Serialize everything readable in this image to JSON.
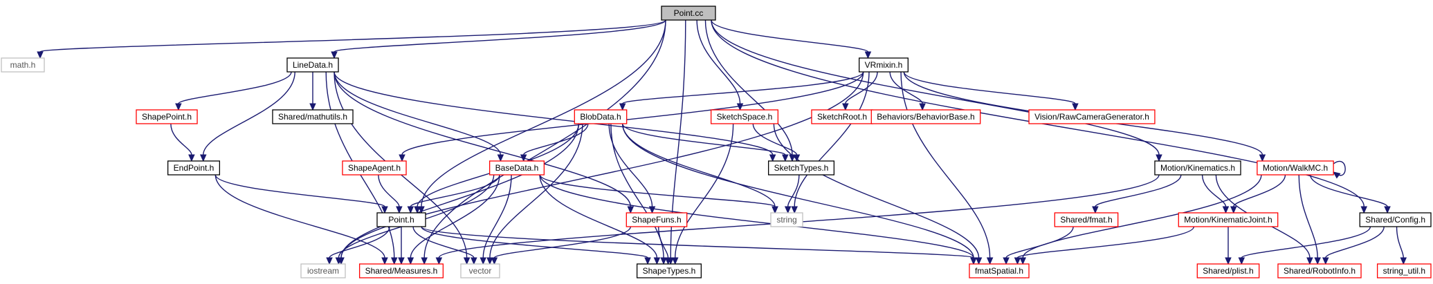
{
  "diagram": {
    "nodes": [
      {
        "id": "point_cc",
        "label": "Point.cc",
        "kind": "root"
      },
      {
        "id": "math_h",
        "label": "math.h",
        "kind": "external"
      },
      {
        "id": "linedata_h",
        "label": "LineData.h",
        "kind": "documented"
      },
      {
        "id": "vrmixin_h",
        "label": "VRmixin.h",
        "kind": "documented"
      },
      {
        "id": "shapepoint_h",
        "label": "ShapePoint.h",
        "kind": "truncated"
      },
      {
        "id": "mathutils_h",
        "label": "Shared/mathutils.h",
        "kind": "documented"
      },
      {
        "id": "blobdata_h",
        "label": "BlobData.h",
        "kind": "truncated"
      },
      {
        "id": "sketchspace_h",
        "label": "SketchSpace.h",
        "kind": "truncated"
      },
      {
        "id": "sketchroot_h",
        "label": "SketchRoot.h",
        "kind": "truncated"
      },
      {
        "id": "behaviorbase_h",
        "label": "Behaviors/BehaviorBase.h",
        "kind": "truncated"
      },
      {
        "id": "rawcamgen_h",
        "label": "Vision/RawCameraGenerator.h",
        "kind": "truncated"
      },
      {
        "id": "endpoint_h",
        "label": "EndPoint.h",
        "kind": "documented"
      },
      {
        "id": "shapeagent_h",
        "label": "ShapeAgent.h",
        "kind": "truncated"
      },
      {
        "id": "basedata_h",
        "label": "BaseData.h",
        "kind": "truncated"
      },
      {
        "id": "sketchtypes_h",
        "label": "SketchTypes.h",
        "kind": "documented"
      },
      {
        "id": "kinematics_h",
        "label": "Motion/Kinematics.h",
        "kind": "documented"
      },
      {
        "id": "walkmc_h",
        "label": "Motion/WalkMC.h",
        "kind": "truncated"
      },
      {
        "id": "point_h",
        "label": "Point.h",
        "kind": "documented"
      },
      {
        "id": "string",
        "label": "string",
        "kind": "external"
      },
      {
        "id": "shapefuns_h",
        "label": "ShapeFuns.h",
        "kind": "truncated"
      },
      {
        "id": "fmat_h",
        "label": "Shared/fmat.h",
        "kind": "truncated"
      },
      {
        "id": "kinjoint_h",
        "label": "Motion/KinematicJoint.h",
        "kind": "truncated"
      },
      {
        "id": "config_h",
        "label": "Shared/Config.h",
        "kind": "documented"
      },
      {
        "id": "iostream",
        "label": "iostream",
        "kind": "external"
      },
      {
        "id": "measures_h",
        "label": "Shared/Measures.h",
        "kind": "truncated"
      },
      {
        "id": "vector",
        "label": "vector",
        "kind": "external"
      },
      {
        "id": "shapetypes_h",
        "label": "ShapeTypes.h",
        "kind": "documented"
      },
      {
        "id": "fmatspatial_h",
        "label": "fmatSpatial.h",
        "kind": "truncated"
      },
      {
        "id": "plist_h",
        "label": "Shared/plist.h",
        "kind": "truncated"
      },
      {
        "id": "robotinfo_h",
        "label": "Shared/RobotInfo.h",
        "kind": "truncated"
      },
      {
        "id": "string_util_h",
        "label": "string_util.h",
        "kind": "truncated"
      }
    ],
    "edges": [
      [
        "point_cc",
        "math_h"
      ],
      [
        "point_cc",
        "linedata_h"
      ],
      [
        "point_cc",
        "vrmixin_h"
      ],
      [
        "point_cc",
        "sketchspace_h"
      ],
      [
        "point_cc",
        "kinematics_h"
      ],
      [
        "point_cc",
        "config_h"
      ],
      [
        "point_cc",
        "point_h"
      ],
      [
        "point_cc",
        "measures_h"
      ],
      [
        "point_cc",
        "shapetypes_h"
      ],
      [
        "point_cc",
        "sketchtypes_h"
      ],
      [
        "linedata_h",
        "shapepoint_h"
      ],
      [
        "linedata_h",
        "mathutils_h"
      ],
      [
        "linedata_h",
        "endpoint_h"
      ],
      [
        "linedata_h",
        "basedata_h"
      ],
      [
        "linedata_h",
        "shapefuns_h"
      ],
      [
        "linedata_h",
        "sketchtypes_h"
      ],
      [
        "linedata_h",
        "vector"
      ],
      [
        "linedata_h",
        "measures_h"
      ],
      [
        "shapepoint_h",
        "endpoint_h"
      ],
      [
        "endpoint_h",
        "point_h"
      ],
      [
        "endpoint_h",
        "measures_h"
      ],
      [
        "vrmixin_h",
        "blobdata_h"
      ],
      [
        "vrmixin_h",
        "sketchroot_h"
      ],
      [
        "vrmixin_h",
        "behaviorbase_h"
      ],
      [
        "vrmixin_h",
        "rawcamgen_h"
      ],
      [
        "vrmixin_h",
        "walkmc_h"
      ],
      [
        "vrmixin_h",
        "shapeagent_h"
      ],
      [
        "vrmixin_h",
        "iostream"
      ],
      [
        "vrmixin_h",
        "string"
      ],
      [
        "vrmixin_h",
        "fmatspatial_h"
      ],
      [
        "blobdata_h",
        "basedata_h"
      ],
      [
        "blobdata_h",
        "point_h"
      ],
      [
        "blobdata_h",
        "shapefuns_h"
      ],
      [
        "blobdata_h",
        "sketchtypes_h"
      ],
      [
        "blobdata_h",
        "string"
      ],
      [
        "blobdata_h",
        "vector"
      ],
      [
        "blobdata_h",
        "iostream"
      ],
      [
        "blobdata_h",
        "shapetypes_h"
      ],
      [
        "blobdata_h",
        "fmatspatial_h"
      ],
      [
        "sketchspace_h",
        "sketchtypes_h"
      ],
      [
        "sketchspace_h",
        "fmatspatial_h"
      ],
      [
        "sketchspace_h",
        "shapetypes_h"
      ],
      [
        "shapeagent_h",
        "point_h"
      ],
      [
        "basedata_h",
        "point_h"
      ],
      [
        "basedata_h",
        "string"
      ],
      [
        "basedata_h",
        "iostream"
      ],
      [
        "basedata_h",
        "measures_h"
      ],
      [
        "basedata_h",
        "vector"
      ],
      [
        "basedata_h",
        "shapetypes_h"
      ],
      [
        "basedata_h",
        "fmatspatial_h"
      ],
      [
        "sketchtypes_h",
        "string"
      ],
      [
        "point_h",
        "iostream"
      ],
      [
        "point_h",
        "measures_h"
      ],
      [
        "point_h",
        "vector"
      ],
      [
        "point_h",
        "shapetypes_h"
      ],
      [
        "point_h",
        "fmatspatial_h"
      ],
      [
        "shapefuns_h",
        "shapetypes_h"
      ],
      [
        "shapefuns_h",
        "vector"
      ],
      [
        "kinematics_h",
        "fmat_h"
      ],
      [
        "kinematics_h",
        "kinjoint_h"
      ],
      [
        "kinematics_h",
        "robotinfo_h"
      ],
      [
        "kinematics_h",
        "measures_h"
      ],
      [
        "walkmc_h",
        "walkmc_h"
      ],
      [
        "walkmc_h",
        "kinjoint_h"
      ],
      [
        "walkmc_h",
        "config_h"
      ],
      [
        "walkmc_h",
        "robotinfo_h"
      ],
      [
        "walkmc_h",
        "fmatspatial_h"
      ],
      [
        "fmat_h",
        "fmatspatial_h"
      ],
      [
        "kinjoint_h",
        "fmatspatial_h"
      ],
      [
        "kinjoint_h",
        "plist_h"
      ],
      [
        "config_h",
        "plist_h"
      ],
      [
        "config_h",
        "robotinfo_h"
      ],
      [
        "config_h",
        "string_util_h"
      ]
    ]
  },
  "colors": {
    "edge": "#191970",
    "root_fill": "#bfbfbf",
    "truncated_border": "#ff0000",
    "documented_border": "#000000",
    "external_border": "#bfbfbf",
    "external_text": "#555555"
  }
}
